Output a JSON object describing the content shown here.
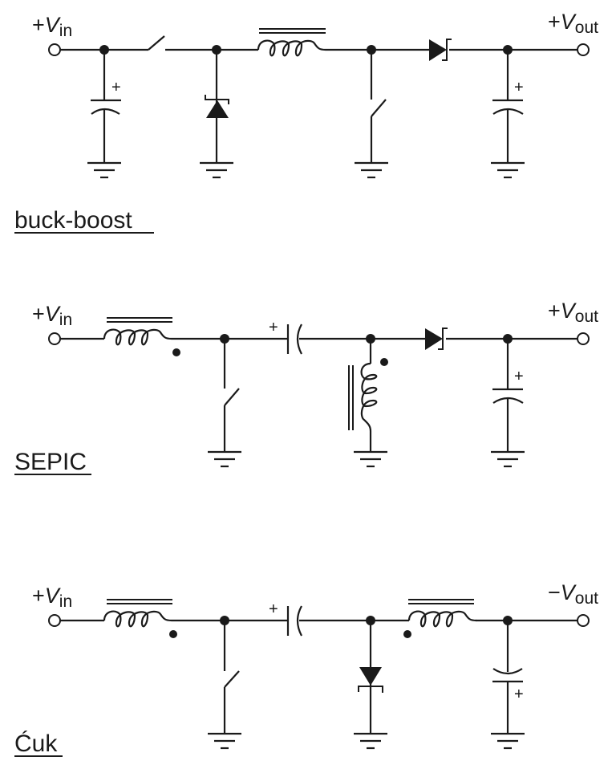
{
  "figure": {
    "circuits": [
      {
        "id": "buck_boost",
        "title": "buck-boost",
        "input_label": {
          "sign": "+",
          "symbol": "V",
          "subscript": "in"
        },
        "output_label": {
          "sign": "+",
          "symbol": "V",
          "subscript": "out"
        },
        "components": [
          "input-capacitor",
          "switch",
          "diode-to-ground",
          "inductor",
          "switch-to-ground",
          "diode",
          "output-capacitor"
        ],
        "capacitor_polarity_mark": "+"
      },
      {
        "id": "sepic",
        "title": "SEPIC",
        "input_label": {
          "sign": "+",
          "symbol": "V",
          "subscript": "in"
        },
        "output_label": {
          "sign": "+",
          "symbol": "V",
          "subscript": "out"
        },
        "components": [
          "coupled-inductor-1",
          "switch-to-ground",
          "coupling-capacitor",
          "coupled-inductor-2",
          "diode",
          "output-capacitor"
        ],
        "capacitor_polarity_mark": "+"
      },
      {
        "id": "cuk",
        "title": "Ćuk",
        "input_label": {
          "sign": "+",
          "symbol": "V",
          "subscript": "in"
        },
        "output_label": {
          "sign": "−",
          "symbol": "V",
          "subscript": "out"
        },
        "components": [
          "coupled-inductor-1",
          "switch-to-ground",
          "coupling-capacitor",
          "diode-to-ground",
          "coupled-inductor-2",
          "output-capacitor"
        ],
        "capacitor_polarity_mark": "+"
      }
    ]
  }
}
